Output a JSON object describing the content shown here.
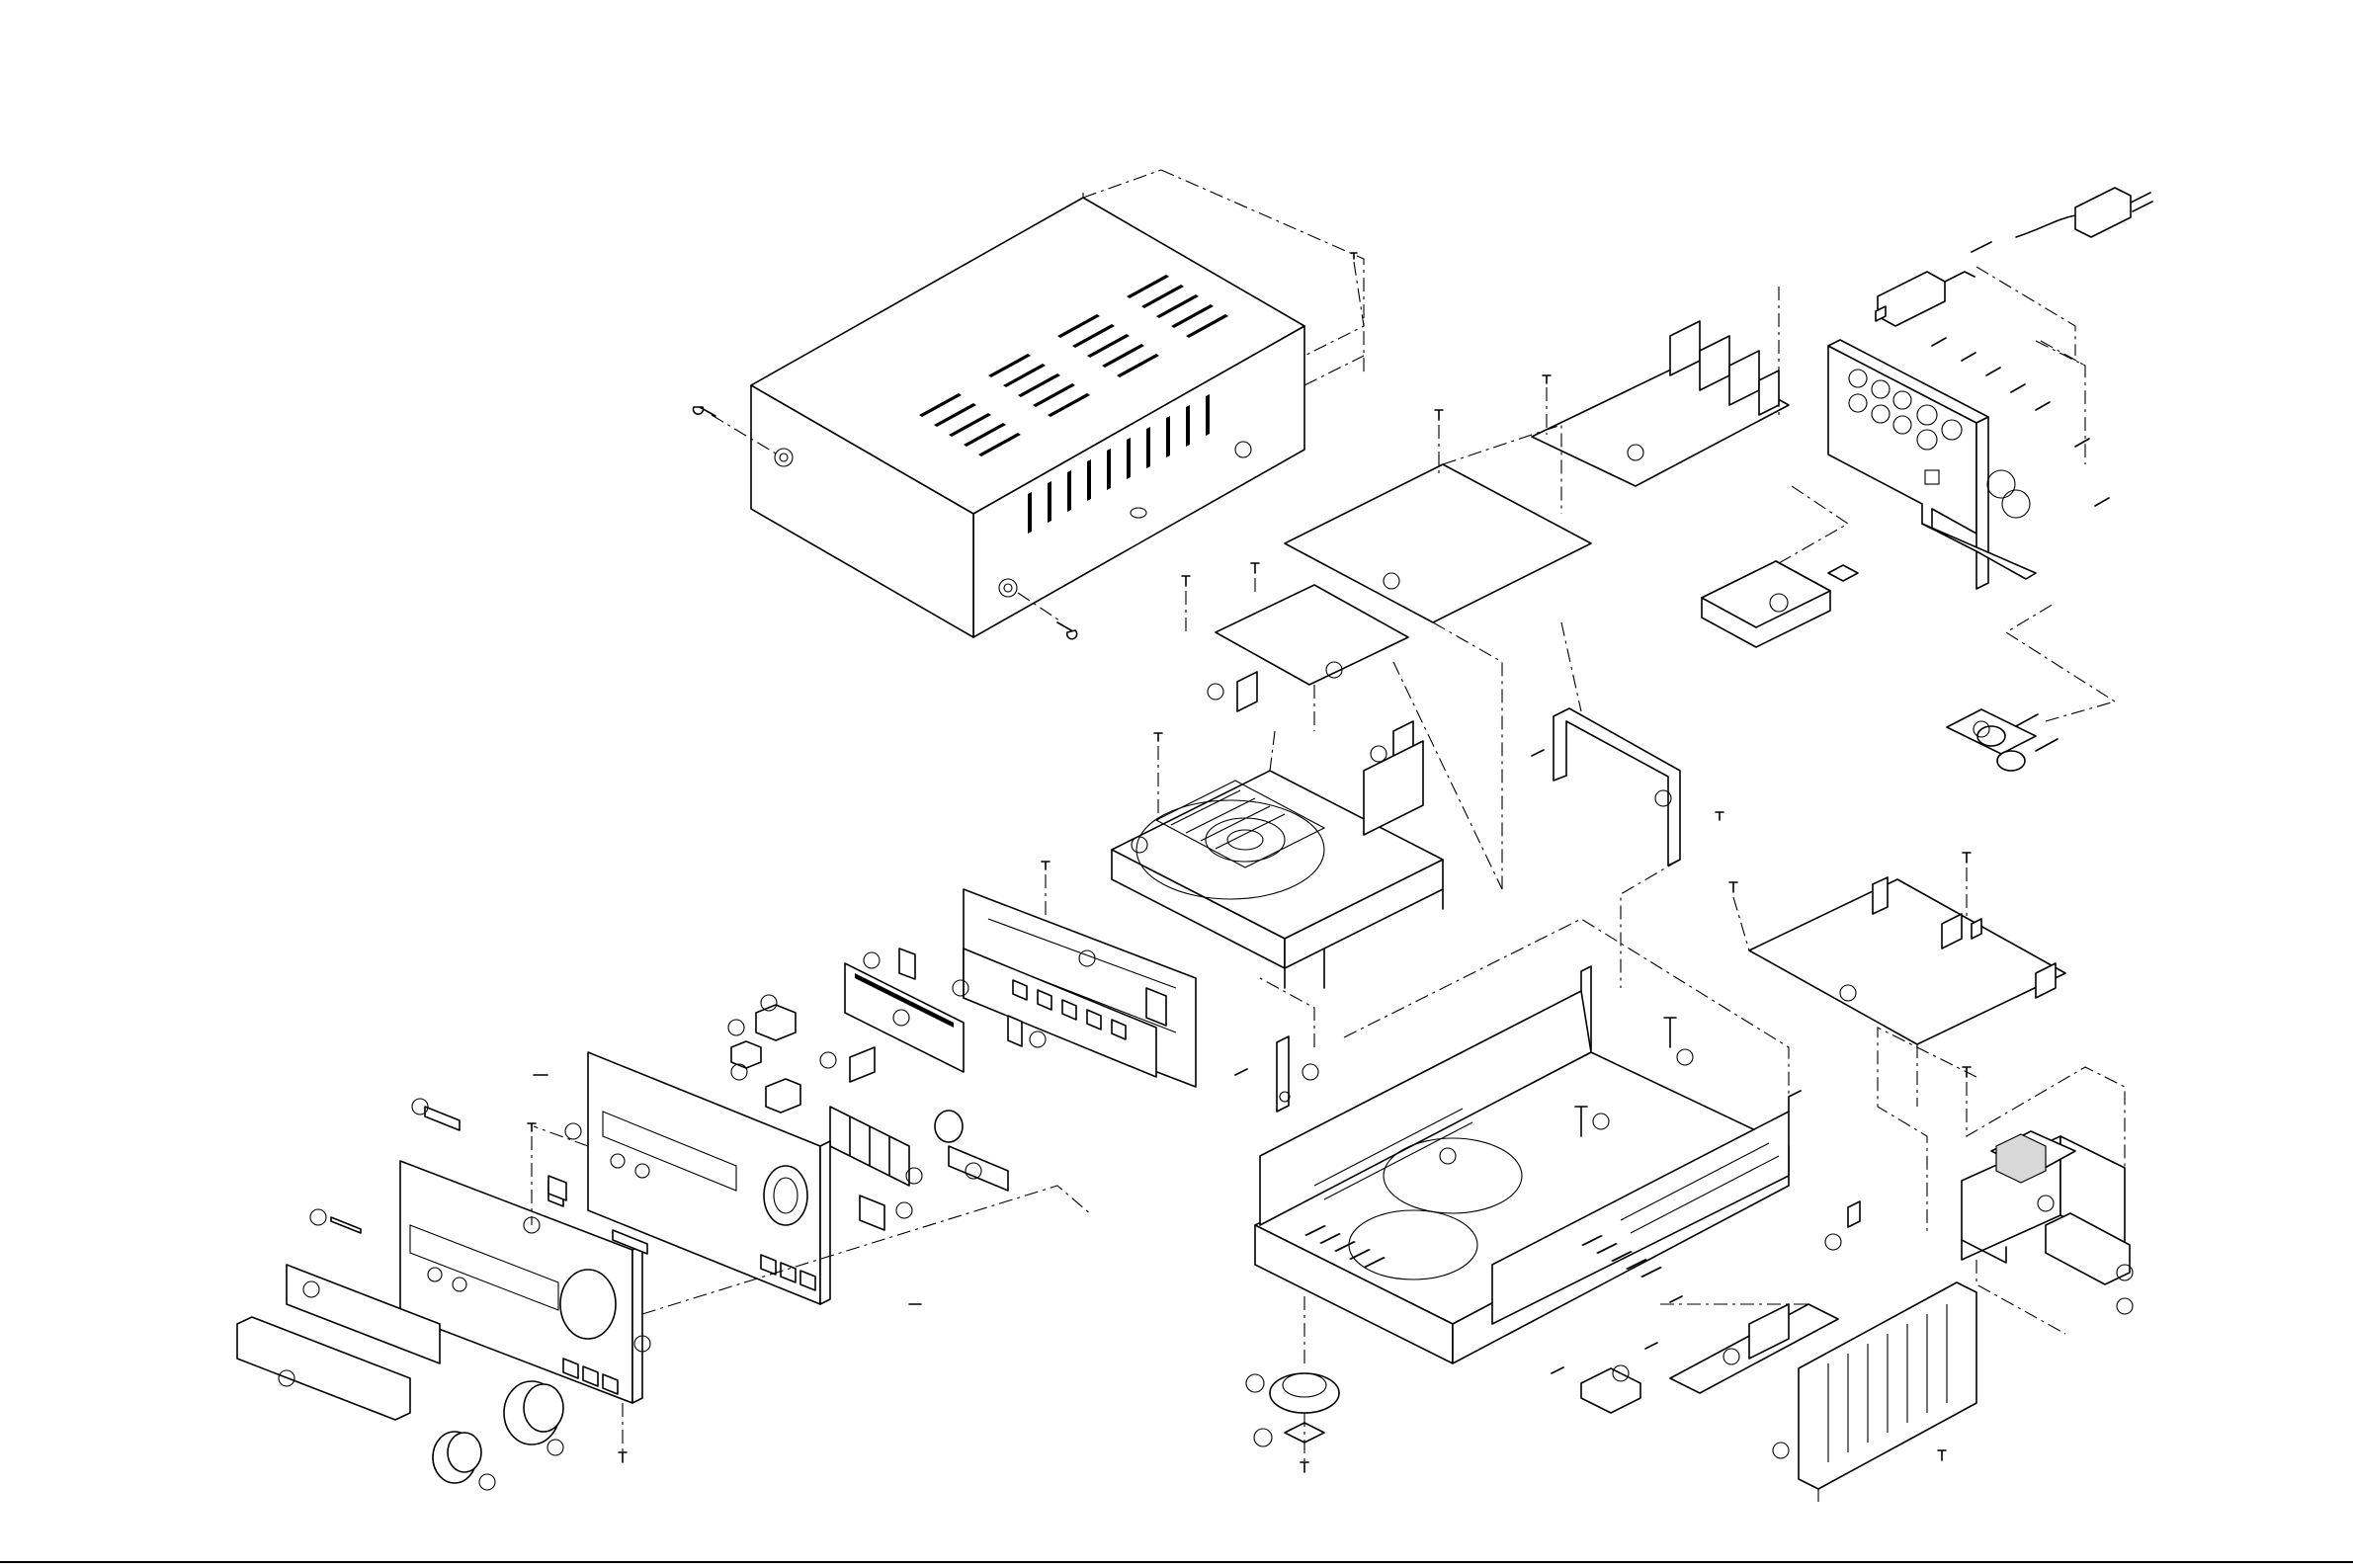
{
  "diagram": {
    "type": "exploded-view",
    "callout_labels": "none-printed",
    "parts": [
      "top-cover",
      "cover-screw-left",
      "cover-screw-right",
      "cover-screw-top",
      "cd-mechanism",
      "cd-mech-board",
      "cd-top-board",
      "power-board-upper",
      "connector-board",
      "rear-panel",
      "power-cord",
      "ac-inlet",
      "power-switch-board",
      "speaker-terminal",
      "support-bracket",
      "amp-board",
      "power-transformer",
      "main-chassis",
      "heat-sink",
      "regulator-bracket",
      "foot",
      "front-panel",
      "sub-front-panel",
      "display-board",
      "display-window",
      "volume-knob",
      "selector-knob",
      "control-board",
      "jack-board",
      "push-buttons"
    ]
  }
}
